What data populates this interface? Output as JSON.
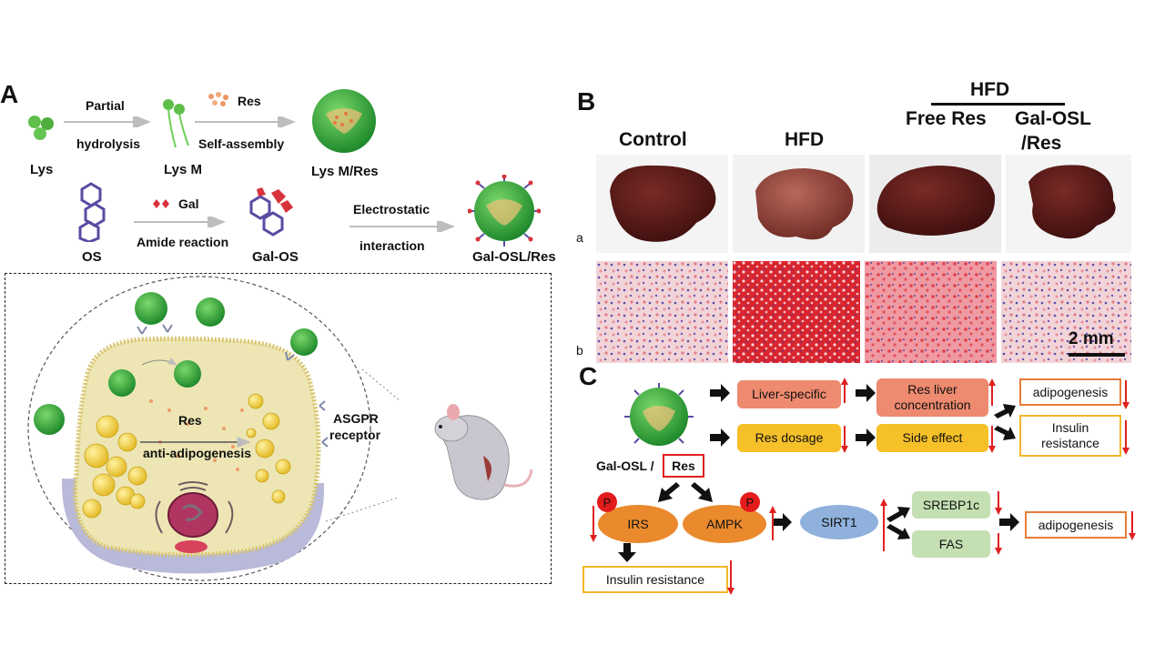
{
  "panel_a": {
    "letter": "A",
    "step1_top": "Partial",
    "step1_bottom": "hydrolysis",
    "res_label": "Res",
    "step2_bottom": "Self-assembly",
    "lys": "Lys",
    "lys_m": "Lys M",
    "lys_m_res": "Lys M/Res",
    "gal_label": "Gal",
    "step3_bottom": "Amide reaction",
    "step4_top": "Electrostatic",
    "step4_bottom": "interaction",
    "os": "OS",
    "gal_os": "Gal-OS",
    "gal_osl_res": "Gal-OSL/Res",
    "cell_res": "Res",
    "cell_effect": "anti-adipogenesis",
    "receptor_line1": "ASGPR",
    "receptor_line2": "receptor"
  },
  "panel_b": {
    "letter": "B",
    "group_header": "HFD",
    "conditions": [
      "Control",
      "HFD",
      "Free Res",
      "Gal-OSL",
      "/Res"
    ],
    "row_a": "a",
    "row_b": "b",
    "scale": "2 mm"
  },
  "panel_c": {
    "letter": "C",
    "liver_specific": "Liver-specific",
    "res_liver_1": "Res liver",
    "res_liver_2": "concentration",
    "adipogenesis": "adipogenesis",
    "res_dosage": "Res dosage",
    "side_effect": "Side effect",
    "insulin_1": "Insulin",
    "insulin_2": "resistance",
    "gal_osl": "Gal-OSL /",
    "res": "Res",
    "p": "P",
    "irs": "IRS",
    "ampk": "AMPK",
    "sirt1": "SIRT1",
    "srebp1c": "SREBP1c",
    "fas": "FAS",
    "adipogenesis2": "adipogenesis",
    "insulin_resistance": "Insulin resistance"
  },
  "colors": {
    "salmon": "#ee8a6f",
    "yellow": "#f6c028",
    "orange_ellipse": "#ea8a2c",
    "blue_ellipse": "#8fb1dc",
    "green_box": "#c4e0b2",
    "red_arrow": "#e02020",
    "cell_cytoplasm": "#ede6b4",
    "nanoparticle_green": "#3fae3a"
  }
}
